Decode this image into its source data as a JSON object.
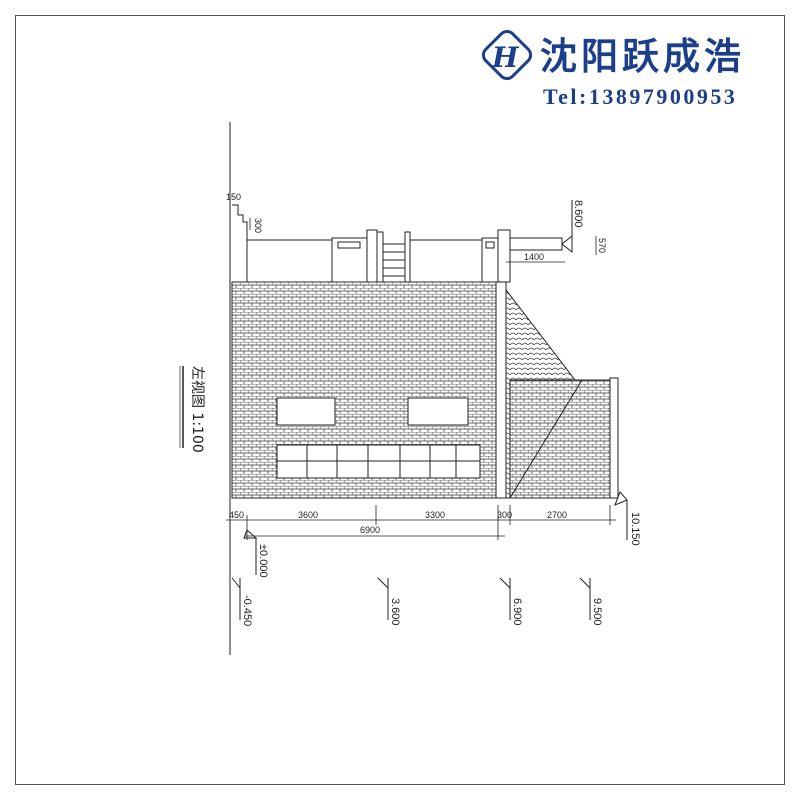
{
  "logo": {
    "brand": "沈阳跃成浩",
    "tel": "Tel:13897900953",
    "color": "#1c3f8c"
  },
  "drawing": {
    "title": "左视图 1:100",
    "top_dims": {
      "d150": "150",
      "d300": "300",
      "d570": "570",
      "d1400": "1400"
    },
    "bottom_dims": {
      "d450": "450",
      "d3600": "3600",
      "d3300": "3300",
      "d300": "300",
      "d2700": "2700",
      "d6900": "6900"
    },
    "levels": {
      "top": "8.600",
      "right": "10.150",
      "zero": "±0.000",
      "neg": "-0.450",
      "l1": "3.600",
      "l2": "6.900",
      "l3": "9.500"
    }
  }
}
